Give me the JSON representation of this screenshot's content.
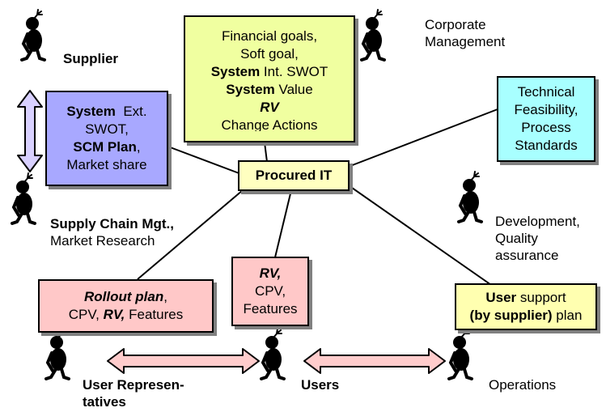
{
  "colors": {
    "finance": "#f0ffa0",
    "supplier": "#a8a8ff",
    "technical": "#a8ffff",
    "center": "#ffffc0",
    "users": "#ffc8c8",
    "support": "#ffffb0",
    "arrow_fill": "#ffcccc",
    "supply_arrow_fill": "#d8d0ff",
    "shadow": "#808080"
  },
  "icons": {
    "person": "stick-figure-icon",
    "double_arrow": "double-arrow-icon"
  },
  "center_box": {
    "text": "Procured IT"
  },
  "finance_box": {
    "line1": "Financial goals,",
    "line2": "Soft goal,",
    "line3_bold": "System",
    "line3_rest": " Int. SWOT",
    "line4_bold": "System",
    "line4_rest": " Value",
    "line5": "RV",
    "line6": "Change Actions"
  },
  "supplier_box": {
    "line1_bold": "System",
    "line1_rest": "  Ext.",
    "line2": "SWOT,",
    "line3_bold": "SCM Plan",
    "line3_rest": ",",
    "line4": "Market share"
  },
  "technical_box": {
    "line1": "Technical",
    "line2": "Feasibility,",
    "line3": "Process",
    "line4": "Standards"
  },
  "rollout_box": {
    "line1_bi": "Rollout plan",
    "line1_rest": ",",
    "line2_a": "CPV, ",
    "line2_bi": "RV,",
    "line2_c": " Features"
  },
  "rv_box": {
    "line1": "RV,",
    "line2": "CPV,",
    "line3": "Features"
  },
  "support_box": {
    "line1_bold": "User",
    "line1_rest": " support",
    "line2_bold": "(by supplier)",
    "line2_rest": " plan"
  },
  "labels": {
    "supplier": "Supplier",
    "corporate_line1": "Corporate",
    "corporate_line2": "Management",
    "scm_line1": "Supply Chain Mgt.,",
    "scm_line2": "Market Research",
    "dev_line1": "Development,",
    "dev_line2": "Quality",
    "dev_line3": "assurance",
    "user_rep_line1": "User Represen-",
    "user_rep_line2": "tatives",
    "users": "Users",
    "operations": "Operations"
  }
}
